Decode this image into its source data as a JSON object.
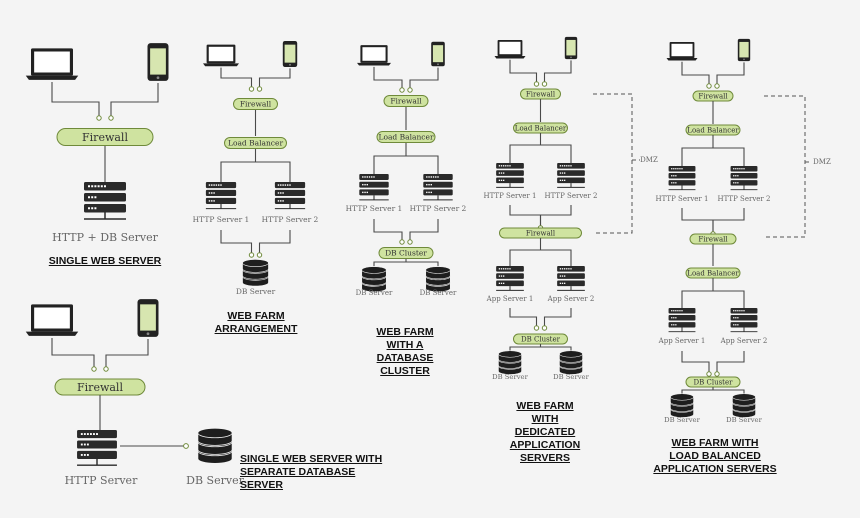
{
  "labels": {
    "firewall": "Firewall",
    "load_balancer": "Load Balancer",
    "db_cluster": "DB Cluster",
    "http_db_server": "HTTP + DB Server",
    "http_server": "HTTP Server",
    "db_server": "DB Server",
    "http_server_1": "HTTP Server 1",
    "http_server_2": "HTTP Server 2",
    "app_server_1": "App Server 1",
    "app_server_2": "App Server 2",
    "dmz": "DMZ"
  },
  "captions": {
    "single_web_server": "SINGLE WEB SERVER",
    "separate_db": "SINGLE WEB SERVER WITH\nSEPARATE DATABASE SERVER",
    "web_farm": "WEB FARM\nARRANGEMENT",
    "web_farm_db_cluster": "WEB FARM\nWITH A\nDATABASE\nCLUSTER",
    "web_farm_app": "WEB FARM\nWITH\nDEDICATED\nAPPLICATION\nSERVERS",
    "web_farm_lb_app": "WEB FARM WITH\nLOAD BALANCED\nAPPLICATION SERVERS"
  }
}
